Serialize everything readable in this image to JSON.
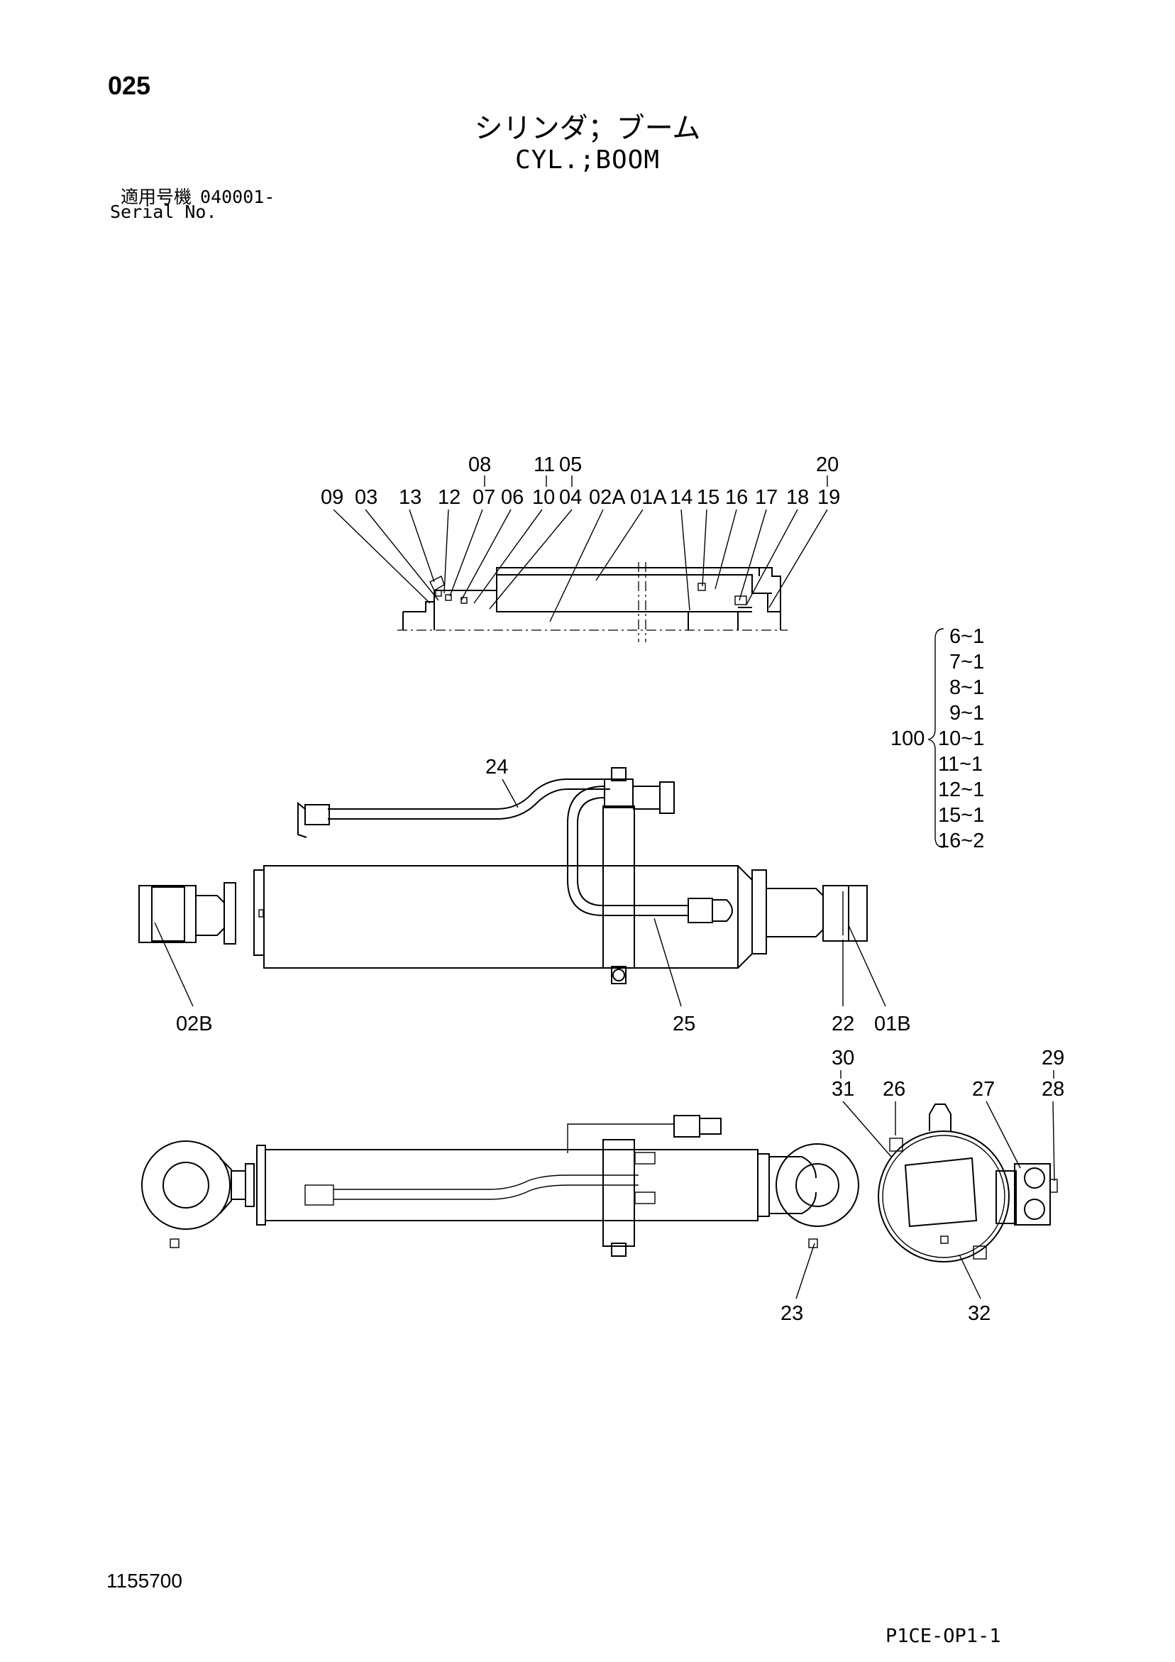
{
  "header": {
    "page_number": "025",
    "title_jp": "シリンダ；ブーム",
    "title_en": "CYL.;BOOM",
    "serial_label_jp": "適用号機",
    "serial_value": "040001-",
    "serial_label_en": "Serial No."
  },
  "footer": {
    "drawing_number": "1155700",
    "catalog_code": "P1CE-OP1-1"
  },
  "callouts": {
    "section_top_row": [
      "08",
      "11",
      "05",
      "20"
    ],
    "section_bottom_row": [
      "09",
      "03",
      "13",
      "12",
      "07",
      "06",
      "10",
      "04",
      "02A",
      "01A",
      "14",
      "15",
      "16",
      "17",
      "18",
      "19"
    ],
    "side_view": [
      "24",
      "02B",
      "25",
      "22",
      "01B"
    ],
    "top_view": [
      "23"
    ],
    "end_view": [
      "30",
      "31",
      "26",
      "27",
      "29",
      "28",
      "32"
    ]
  },
  "kit": {
    "number": "100",
    "items": [
      "6~1",
      "7~1",
      "8~1",
      "9~1",
      "10~1",
      "11~1",
      "12~1",
      "15~1",
      "16~2"
    ]
  }
}
